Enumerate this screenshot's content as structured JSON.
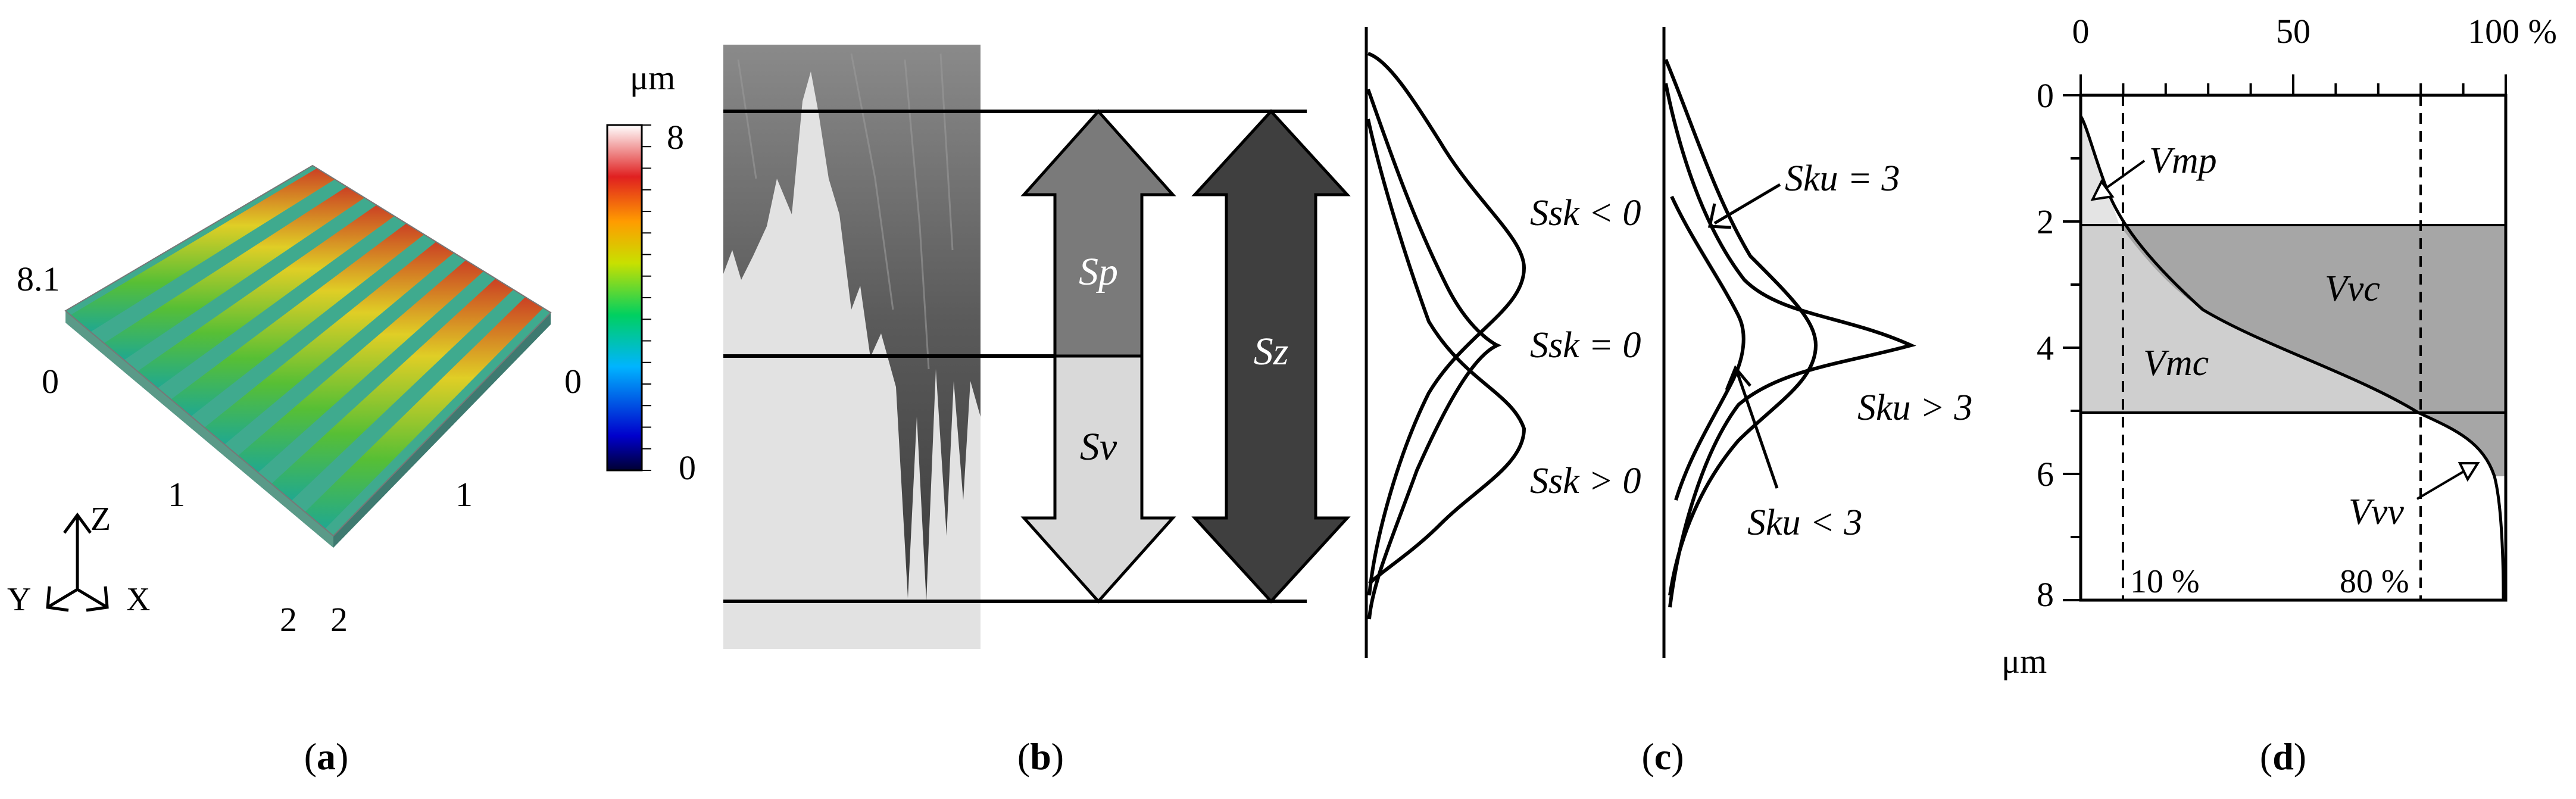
{
  "panel_a": {
    "z_value": "8.1",
    "left_zero": "0",
    "right_zero": "0",
    "tick_left_1": "1",
    "tick_right_1": "1",
    "tick_left_2": "2",
    "tick_right_2": "2",
    "axis_z": "Z",
    "axis_y": "Y",
    "axis_x": "X",
    "colorbar_unit": "μm",
    "colorbar_max": "8",
    "colorbar_min": "0",
    "caption": "a"
  },
  "panel_b": {
    "sp_label": "Sp",
    "sv_label": "Sv",
    "sz_label": "Sz",
    "colors": {
      "sp": "#7a7a7a",
      "sv": "#d9d9d9",
      "sz": "#3f3f3f",
      "background": "#e2e2e2"
    },
    "caption": "b"
  },
  "panel_c": {
    "ssk_neg": "Ssk < 0",
    "ssk_zero": "Ssk = 0",
    "ssk_pos": "Ssk > 0",
    "sku_eq": "Sku = 3",
    "sku_gt": "Sku > 3",
    "sku_lt": "Sku < 3",
    "caption": "c"
  },
  "panel_d": {
    "top_ticks": [
      "0",
      "50",
      "100 %"
    ],
    "left_ticks": [
      "0",
      "2",
      "4",
      "6",
      "8"
    ],
    "unit": "μm",
    "vmp": "Vmp",
    "vvc": "Vvc",
    "vmc": "Vmc",
    "vvv": "Vvv",
    "pct_10": "10 %",
    "pct_80": "80 %",
    "colors": {
      "vvc": "#a6a6a6",
      "vmc": "#cfcfcf",
      "vmp": "#e4e4e4"
    },
    "caption": "d"
  }
}
